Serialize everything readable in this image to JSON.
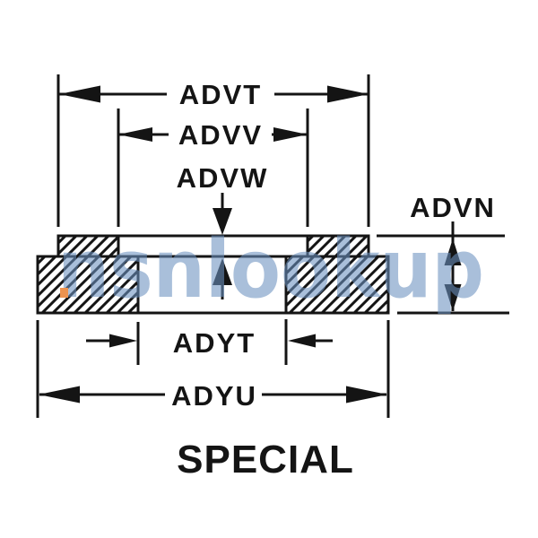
{
  "diagram": {
    "caption": "SPECIAL",
    "watermark": "nsnlookup",
    "labels": {
      "advt": "ADVT",
      "advv": "ADVV",
      "advw": "ADVW",
      "advn": "ADVN",
      "adyt": "ADYT",
      "adyu": "ADYU"
    }
  },
  "colors": {
    "ink": "#141414",
    "watermark": "#6a90c0",
    "accent-orange": "#ec9350",
    "background": "#ffffff"
  }
}
